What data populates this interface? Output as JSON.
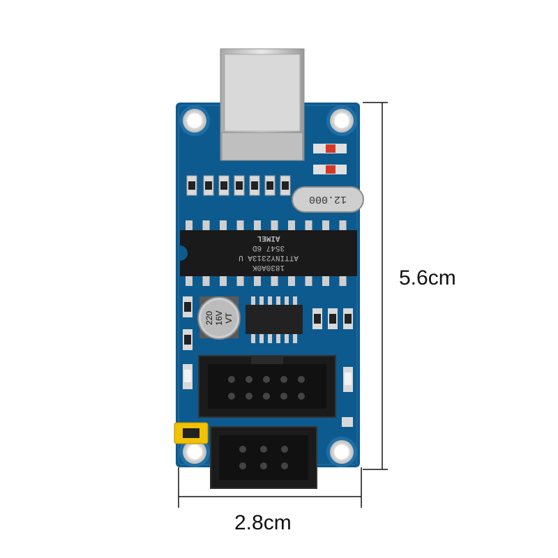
{
  "dimensions": {
    "height_label": "5.6cm",
    "width_label": "2.8cm"
  },
  "board": {
    "chip_lines": [
      "1830A0K",
      "ATTINY2313A  U",
      "3547 6D",
      "AIMEL"
    ],
    "capacitor_lines": [
      "220",
      "16V",
      "VT"
    ],
    "crystal_label": "12.000"
  },
  "colors": {
    "pcb": "#0d5a8f",
    "pcb_dark": "#0a4a78",
    "chip": "#1a1a1a",
    "jumper": "#f2c200"
  }
}
